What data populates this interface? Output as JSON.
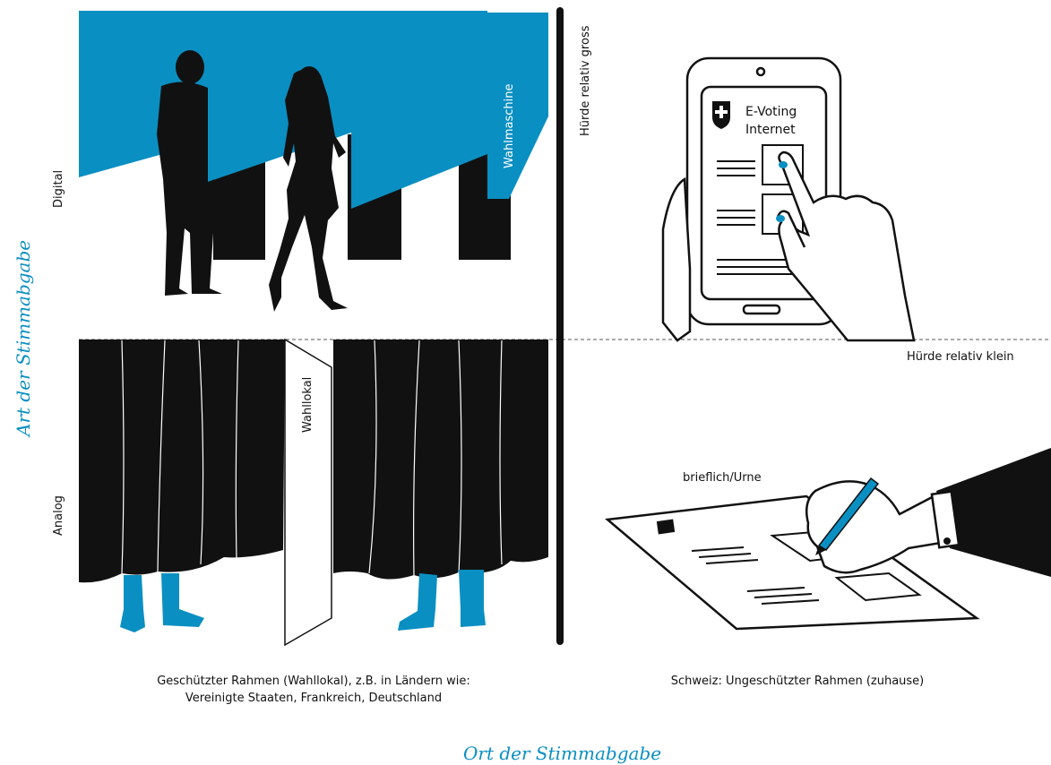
{
  "colors": {
    "accent": "#0a8fc2",
    "ink": "#111111",
    "divider": "#777777"
  },
  "y_axis_title": "Art der Stimmabgabe",
  "x_axis_title": "Ort der Stimmabgabe",
  "row_labels": {
    "digital": "Digital",
    "analog": "Analog"
  },
  "panel_labels": {
    "wahlmaschine": "Wahlmaschine",
    "wahllokal": "Wahllokal",
    "hurde_gross": "Hürde relativ gross",
    "hurde_klein": "Hürde relativ klein",
    "brieflich": "brieflich/Urne"
  },
  "tablet": {
    "line1": "E-Voting",
    "line2": "Internet"
  },
  "captions": {
    "left_line1": "Geschützter Rahmen (Wahllokal), z.B. in Ländern wie:",
    "left_line2": "Vereinigte Staaten, Frankreich, Deutschland",
    "right": "Schweiz: Ungeschützter Rahmen (zuhause)"
  },
  "icons": [
    "voting-booth-illustration",
    "tablet-icon",
    "hand-icon",
    "ballot-icon",
    "pen-icon",
    "swiss-cross-icon",
    "person-silhouette"
  ]
}
